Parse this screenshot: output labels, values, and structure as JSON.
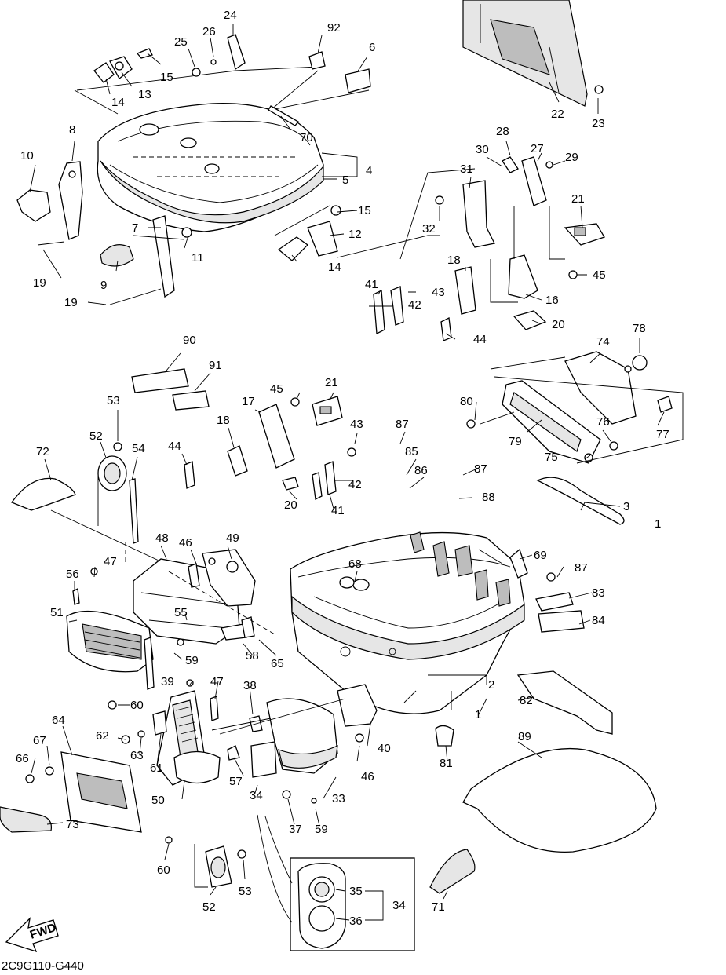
{
  "diagram": {
    "code": "2C9G110-G440",
    "fwd_label": "FWD",
    "labels": [
      {
        "id": "l24",
        "text": "24"
      },
      {
        "id": "l92",
        "text": "92"
      },
      {
        "id": "l6",
        "text": "6"
      },
      {
        "id": "l25",
        "text": "25"
      },
      {
        "id": "l26",
        "text": "26"
      },
      {
        "id": "l15a",
        "text": "15"
      },
      {
        "id": "l14a",
        "text": "14"
      },
      {
        "id": "l13",
        "text": "13"
      },
      {
        "id": "l70",
        "text": "70"
      },
      {
        "id": "l4",
        "text": "4"
      },
      {
        "id": "l5",
        "text": "5"
      },
      {
        "id": "l8",
        "text": "8"
      },
      {
        "id": "l10",
        "text": "10"
      },
      {
        "id": "l15b",
        "text": "15"
      },
      {
        "id": "l12",
        "text": "12"
      },
      {
        "id": "l14b",
        "text": "14"
      },
      {
        "id": "l7",
        "text": "7"
      },
      {
        "id": "l11",
        "text": "11"
      },
      {
        "id": "l9",
        "text": "9"
      },
      {
        "id": "l19a",
        "text": "19"
      },
      {
        "id": "l19b",
        "text": "19"
      },
      {
        "id": "l22",
        "text": "22"
      },
      {
        "id": "l23",
        "text": "23"
      },
      {
        "id": "l28",
        "text": "28"
      },
      {
        "id": "l30",
        "text": "30"
      },
      {
        "id": "l27",
        "text": "27"
      },
      {
        "id": "l29",
        "text": "29"
      },
      {
        "id": "l31",
        "text": "31"
      },
      {
        "id": "l21a",
        "text": "21"
      },
      {
        "id": "l32",
        "text": "32"
      },
      {
        "id": "l18a",
        "text": "18"
      },
      {
        "id": "l45a",
        "text": "45"
      },
      {
        "id": "l16",
        "text": "16"
      },
      {
        "id": "l41a",
        "text": "41"
      },
      {
        "id": "l43a",
        "text": "43"
      },
      {
        "id": "l42a",
        "text": "42"
      },
      {
        "id": "l20a",
        "text": "20"
      },
      {
        "id": "l44a",
        "text": "44"
      },
      {
        "id": "l90",
        "text": "90"
      },
      {
        "id": "l91",
        "text": "91"
      },
      {
        "id": "l74",
        "text": "74"
      },
      {
        "id": "l78",
        "text": "78"
      },
      {
        "id": "l45b",
        "text": "45"
      },
      {
        "id": "l21b",
        "text": "21"
      },
      {
        "id": "l17",
        "text": "17"
      },
      {
        "id": "l43b",
        "text": "43"
      },
      {
        "id": "l53a",
        "text": "53"
      },
      {
        "id": "l18b",
        "text": "18"
      },
      {
        "id": "l80",
        "text": "80"
      },
      {
        "id": "l79",
        "text": "79"
      },
      {
        "id": "l76",
        "text": "76"
      },
      {
        "id": "l77",
        "text": "77"
      },
      {
        "id": "l52a",
        "text": "52"
      },
      {
        "id": "l54",
        "text": "54"
      },
      {
        "id": "l72",
        "text": "72"
      },
      {
        "id": "l44b",
        "text": "44"
      },
      {
        "id": "l87a",
        "text": "87"
      },
      {
        "id": "l85",
        "text": "85"
      },
      {
        "id": "l86",
        "text": "86"
      },
      {
        "id": "l75",
        "text": "75"
      },
      {
        "id": "l87b",
        "text": "87"
      },
      {
        "id": "l88",
        "text": "88"
      },
      {
        "id": "l42b",
        "text": "42"
      },
      {
        "id": "l20b",
        "text": "20"
      },
      {
        "id": "l41b",
        "text": "41"
      },
      {
        "id": "l3",
        "text": "3"
      },
      {
        "id": "l1a",
        "text": "1"
      },
      {
        "id": "l48",
        "text": "48"
      },
      {
        "id": "l46a",
        "text": "46"
      },
      {
        "id": "l49",
        "text": "49"
      },
      {
        "id": "l69",
        "text": "69"
      },
      {
        "id": "l47a",
        "text": "47"
      },
      {
        "id": "l56",
        "text": "56"
      },
      {
        "id": "l68",
        "text": "68"
      },
      {
        "id": "l87c",
        "text": "87"
      },
      {
        "id": "l83",
        "text": "83"
      },
      {
        "id": "l51",
        "text": "51"
      },
      {
        "id": "l55",
        "text": "55"
      },
      {
        "id": "l84",
        "text": "84"
      },
      {
        "id": "l59a",
        "text": "59"
      },
      {
        "id": "l58",
        "text": "58"
      },
      {
        "id": "l65",
        "text": "65"
      },
      {
        "id": "l2",
        "text": "2"
      },
      {
        "id": "l39",
        "text": "39"
      },
      {
        "id": "l47b",
        "text": "47"
      },
      {
        "id": "l38",
        "text": "38"
      },
      {
        "id": "l60a",
        "text": "60"
      },
      {
        "id": "l82",
        "text": "82"
      },
      {
        "id": "l1b",
        "text": "1"
      },
      {
        "id": "l64",
        "text": "64"
      },
      {
        "id": "l62",
        "text": "62"
      },
      {
        "id": "l40",
        "text": "40"
      },
      {
        "id": "l89",
        "text": "89"
      },
      {
        "id": "l67",
        "text": "67"
      },
      {
        "id": "l63",
        "text": "63"
      },
      {
        "id": "l61",
        "text": "61"
      },
      {
        "id": "l46b",
        "text": "46"
      },
      {
        "id": "l81",
        "text": "81"
      },
      {
        "id": "l66",
        "text": "66"
      },
      {
        "id": "l57",
        "text": "57"
      },
      {
        "id": "l50",
        "text": "50"
      },
      {
        "id": "l34a",
        "text": "34"
      },
      {
        "id": "l33",
        "text": "33"
      },
      {
        "id": "l37",
        "text": "37"
      },
      {
        "id": "l59b",
        "text": "59"
      },
      {
        "id": "l73",
        "text": "73"
      },
      {
        "id": "l60b",
        "text": "60"
      },
      {
        "id": "l53b",
        "text": "53"
      },
      {
        "id": "l35",
        "text": "35"
      },
      {
        "id": "l34b",
        "text": "34"
      },
      {
        "id": "l52b",
        "text": "52"
      },
      {
        "id": "l36",
        "text": "36"
      },
      {
        "id": "l71",
        "text": "71"
      }
    ]
  }
}
